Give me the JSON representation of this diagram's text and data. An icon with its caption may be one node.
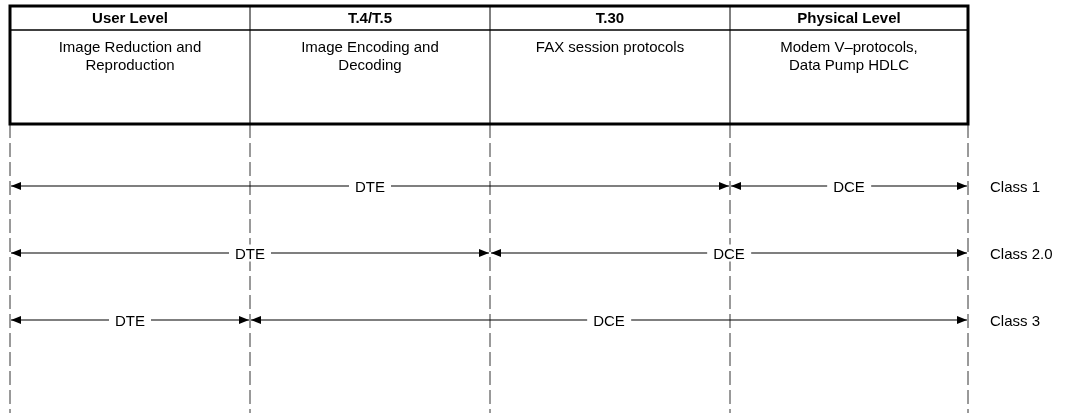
{
  "diagram": {
    "labels": [
      "User Level",
      "T.4/T.5",
      "T.30",
      "Physical Level",
      "Image Reduction and Reproduction",
      "Image Encoding and Decoding",
      "FAX session protocols",
      "Modem V–protocols, Data Pump HDLC",
      "DTE",
      "DCE",
      "Class 1",
      "DTE",
      "DCE",
      "Class 2.0",
      "DTE",
      "DCE",
      "Class 3"
    ]
  }
}
